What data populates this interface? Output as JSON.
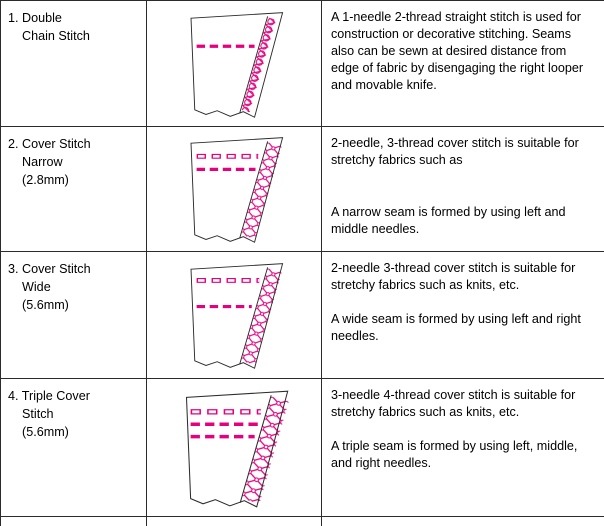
{
  "colors": {
    "accent": "#E6007E",
    "line": "#2b2b2b",
    "text": "#000000",
    "background": "#ffffff"
  },
  "table": {
    "rows": [
      {
        "title_lines": [
          "1. Double",
          "Chain Stitch"
        ],
        "illustration": "double-chain-stitch",
        "paragraphs": [
          "A 1-needle 2-thread straight stitch is used for construction or decorative stitching. Seams also can be sewn at desired distance from edge of fabric by disengaging the right looper and movable knife."
        ]
      },
      {
        "title_lines": [
          "2. Cover Stitch",
          "Narrow",
          "(2.8mm)"
        ],
        "illustration": "cover-stitch-narrow",
        "paragraphs": [
          "2-needle, 3-thread cover stitch is suitable for stretchy fabrics such as",
          "A narrow seam is formed by using left and middle needles."
        ]
      },
      {
        "title_lines": [
          "3. Cover Stitch",
          "Wide",
          "(5.6mm)"
        ],
        "illustration": "cover-stitch-wide",
        "paragraphs": [
          "2-needle 3-thread cover stitch is suitable for stretchy fabrics such as knits, etc.",
          "A wide seam is formed by using left and right needles."
        ]
      },
      {
        "title_lines": [
          "4. Triple Cover",
          "Stitch",
          "(5.6mm)"
        ],
        "illustration": "triple-cover-stitch",
        "paragraphs": [
          "3-needle 4-thread cover stitch is suitable for stretchy fabrics such as knits, etc.",
          "A triple seam is formed by using left, middle, and right needles."
        ]
      }
    ]
  }
}
